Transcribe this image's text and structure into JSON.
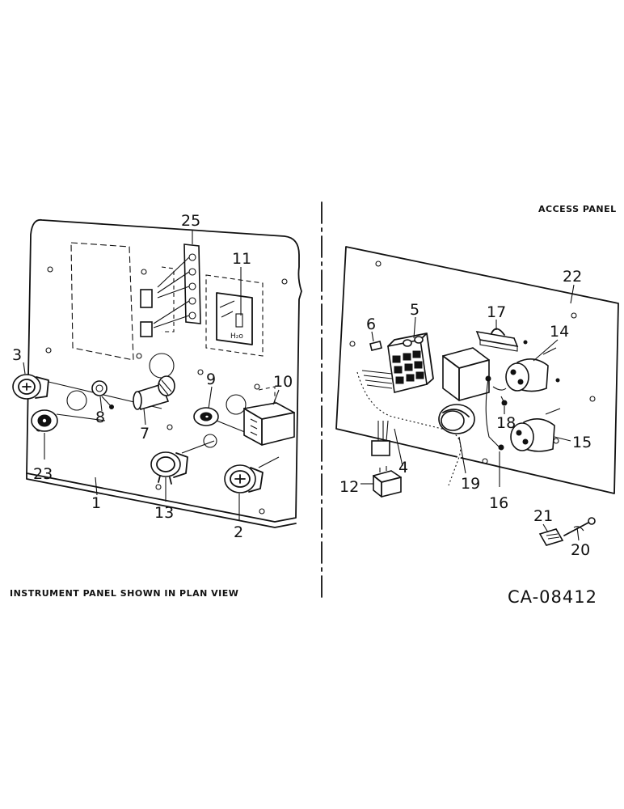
{
  "header": {
    "access_panel": "ACCESS PANEL"
  },
  "footer": {
    "caption": "INSTRUMENT PANEL SHOWN IN PLAN VIEW",
    "figure_id": "CA-08412"
  },
  "callouts": {
    "n1": "1",
    "n2": "2",
    "n3": "3",
    "n4": "4",
    "n5": "5",
    "n6": "6",
    "n7": "7",
    "n8": "8",
    "n9": "9",
    "n10": "10",
    "n11": "11",
    "n12": "12",
    "n13": "13",
    "n14": "14",
    "n15": "15",
    "n16": "16",
    "n17": "17",
    "n18": "18",
    "n19": "19",
    "n20": "20",
    "n21": "21",
    "n22": "22",
    "n23": "23",
    "n25": "25"
  },
  "decal_text": "H₂o"
}
